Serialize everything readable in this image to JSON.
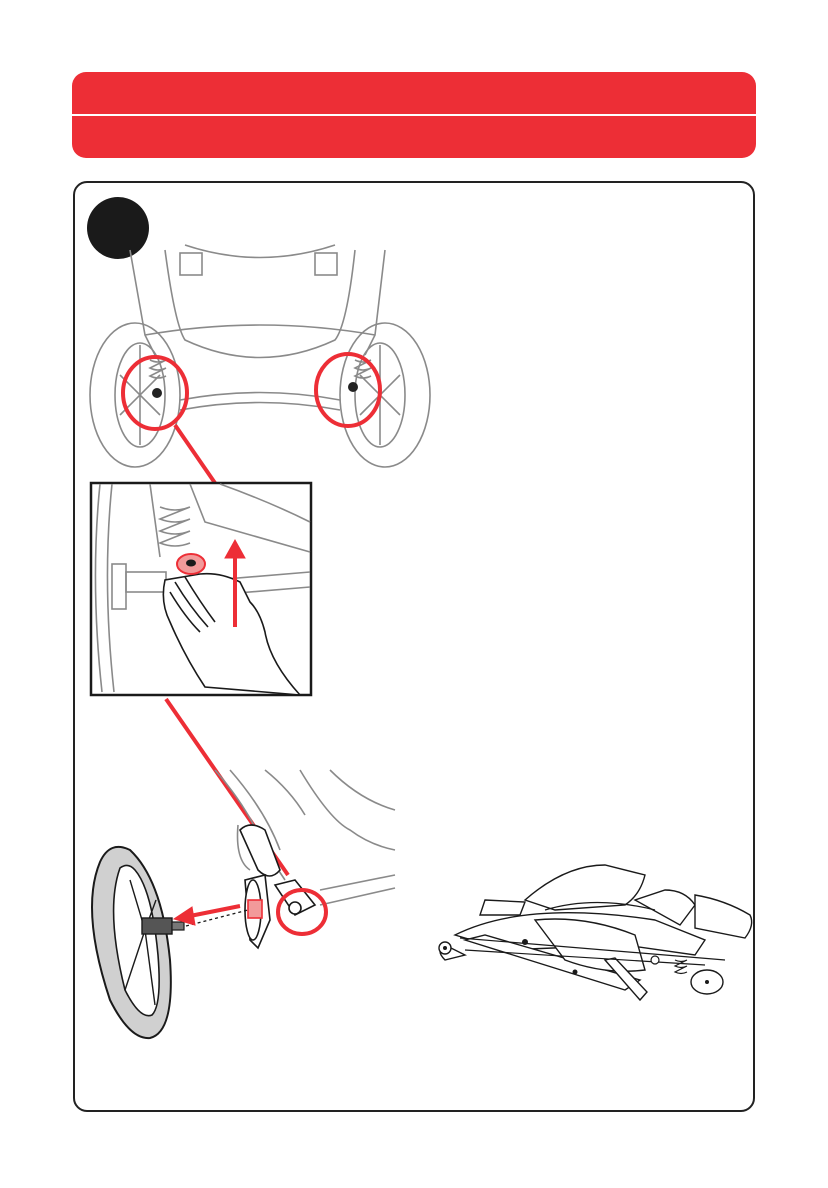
{
  "colors": {
    "accent": "#ed2e36",
    "line": "#8a8a8a",
    "dark": "#1a1a1a",
    "border": "#222222"
  },
  "icons": {
    "badge": "step-badge",
    "callout": "red-circle-callout",
    "arrow": "red-arrow"
  }
}
